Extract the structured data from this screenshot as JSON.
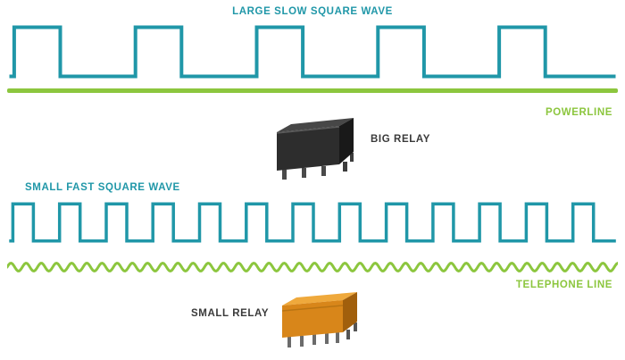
{
  "colors": {
    "teal": "#2097a8",
    "green": "#8cc63e",
    "dark": "#3a3a3a",
    "background": "#ffffff",
    "big_relay_body": "#2d2d2d",
    "small_relay_body": "#d8861a",
    "pin_metal": "#5f5f5f"
  },
  "labels": {
    "large_wave_title": "LARGE SLOW SQUARE WAVE",
    "powerline": "POWERLINE",
    "big_relay": "BIG RELAY",
    "small_wave_title": "SMALL FAST SQUARE WAVE",
    "telephone_line": "TELEPHONE LINE",
    "small_relay": "SMALL RELAY"
  },
  "waves": {
    "large": {
      "type": "square",
      "cycles": 5,
      "duty": 0.38,
      "lead": 0.04,
      "stroke_width": 4
    },
    "small": {
      "type": "square",
      "cycles": 13,
      "duty": 0.44,
      "lead": 0.08,
      "stroke_width": 3.5
    },
    "telephone": {
      "type": "sine",
      "wavelength": 17,
      "amplitude": 4.5,
      "stroke_width": 3
    }
  }
}
